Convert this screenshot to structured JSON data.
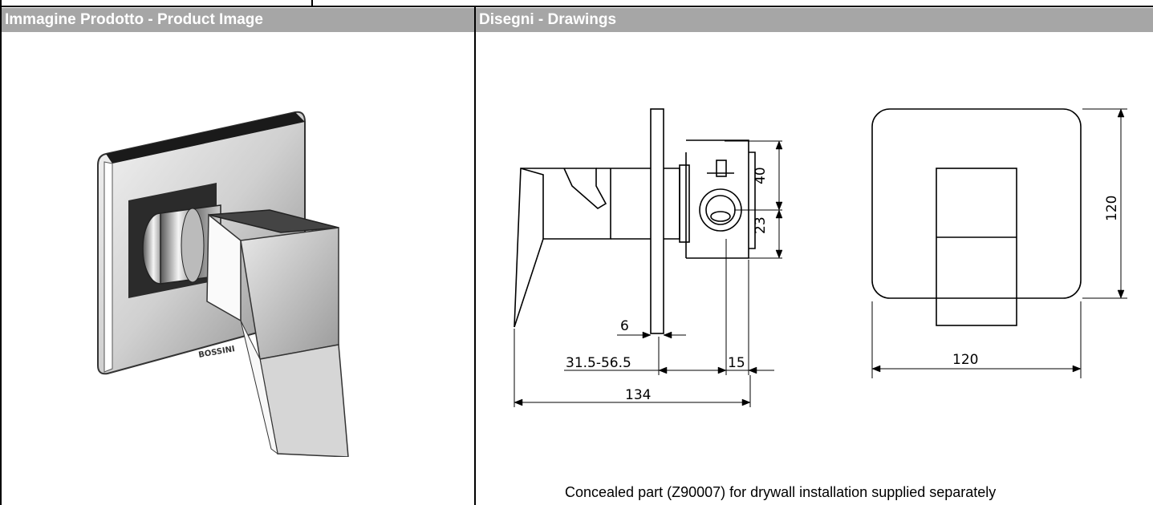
{
  "left_header": "Immagine Prodotto - Product Image",
  "right_header": "Disegni - Drawings",
  "product_brand": "BOSSINI",
  "dimensions": {
    "d40": "40",
    "d23": "23",
    "d6": "6",
    "d31": "31.5-56.5",
    "d15": "15",
    "d134": "134",
    "d120_h": "120",
    "d120_v": "120"
  },
  "note": "Concealed part (Z90007) for drywall installation supplied separately"
}
